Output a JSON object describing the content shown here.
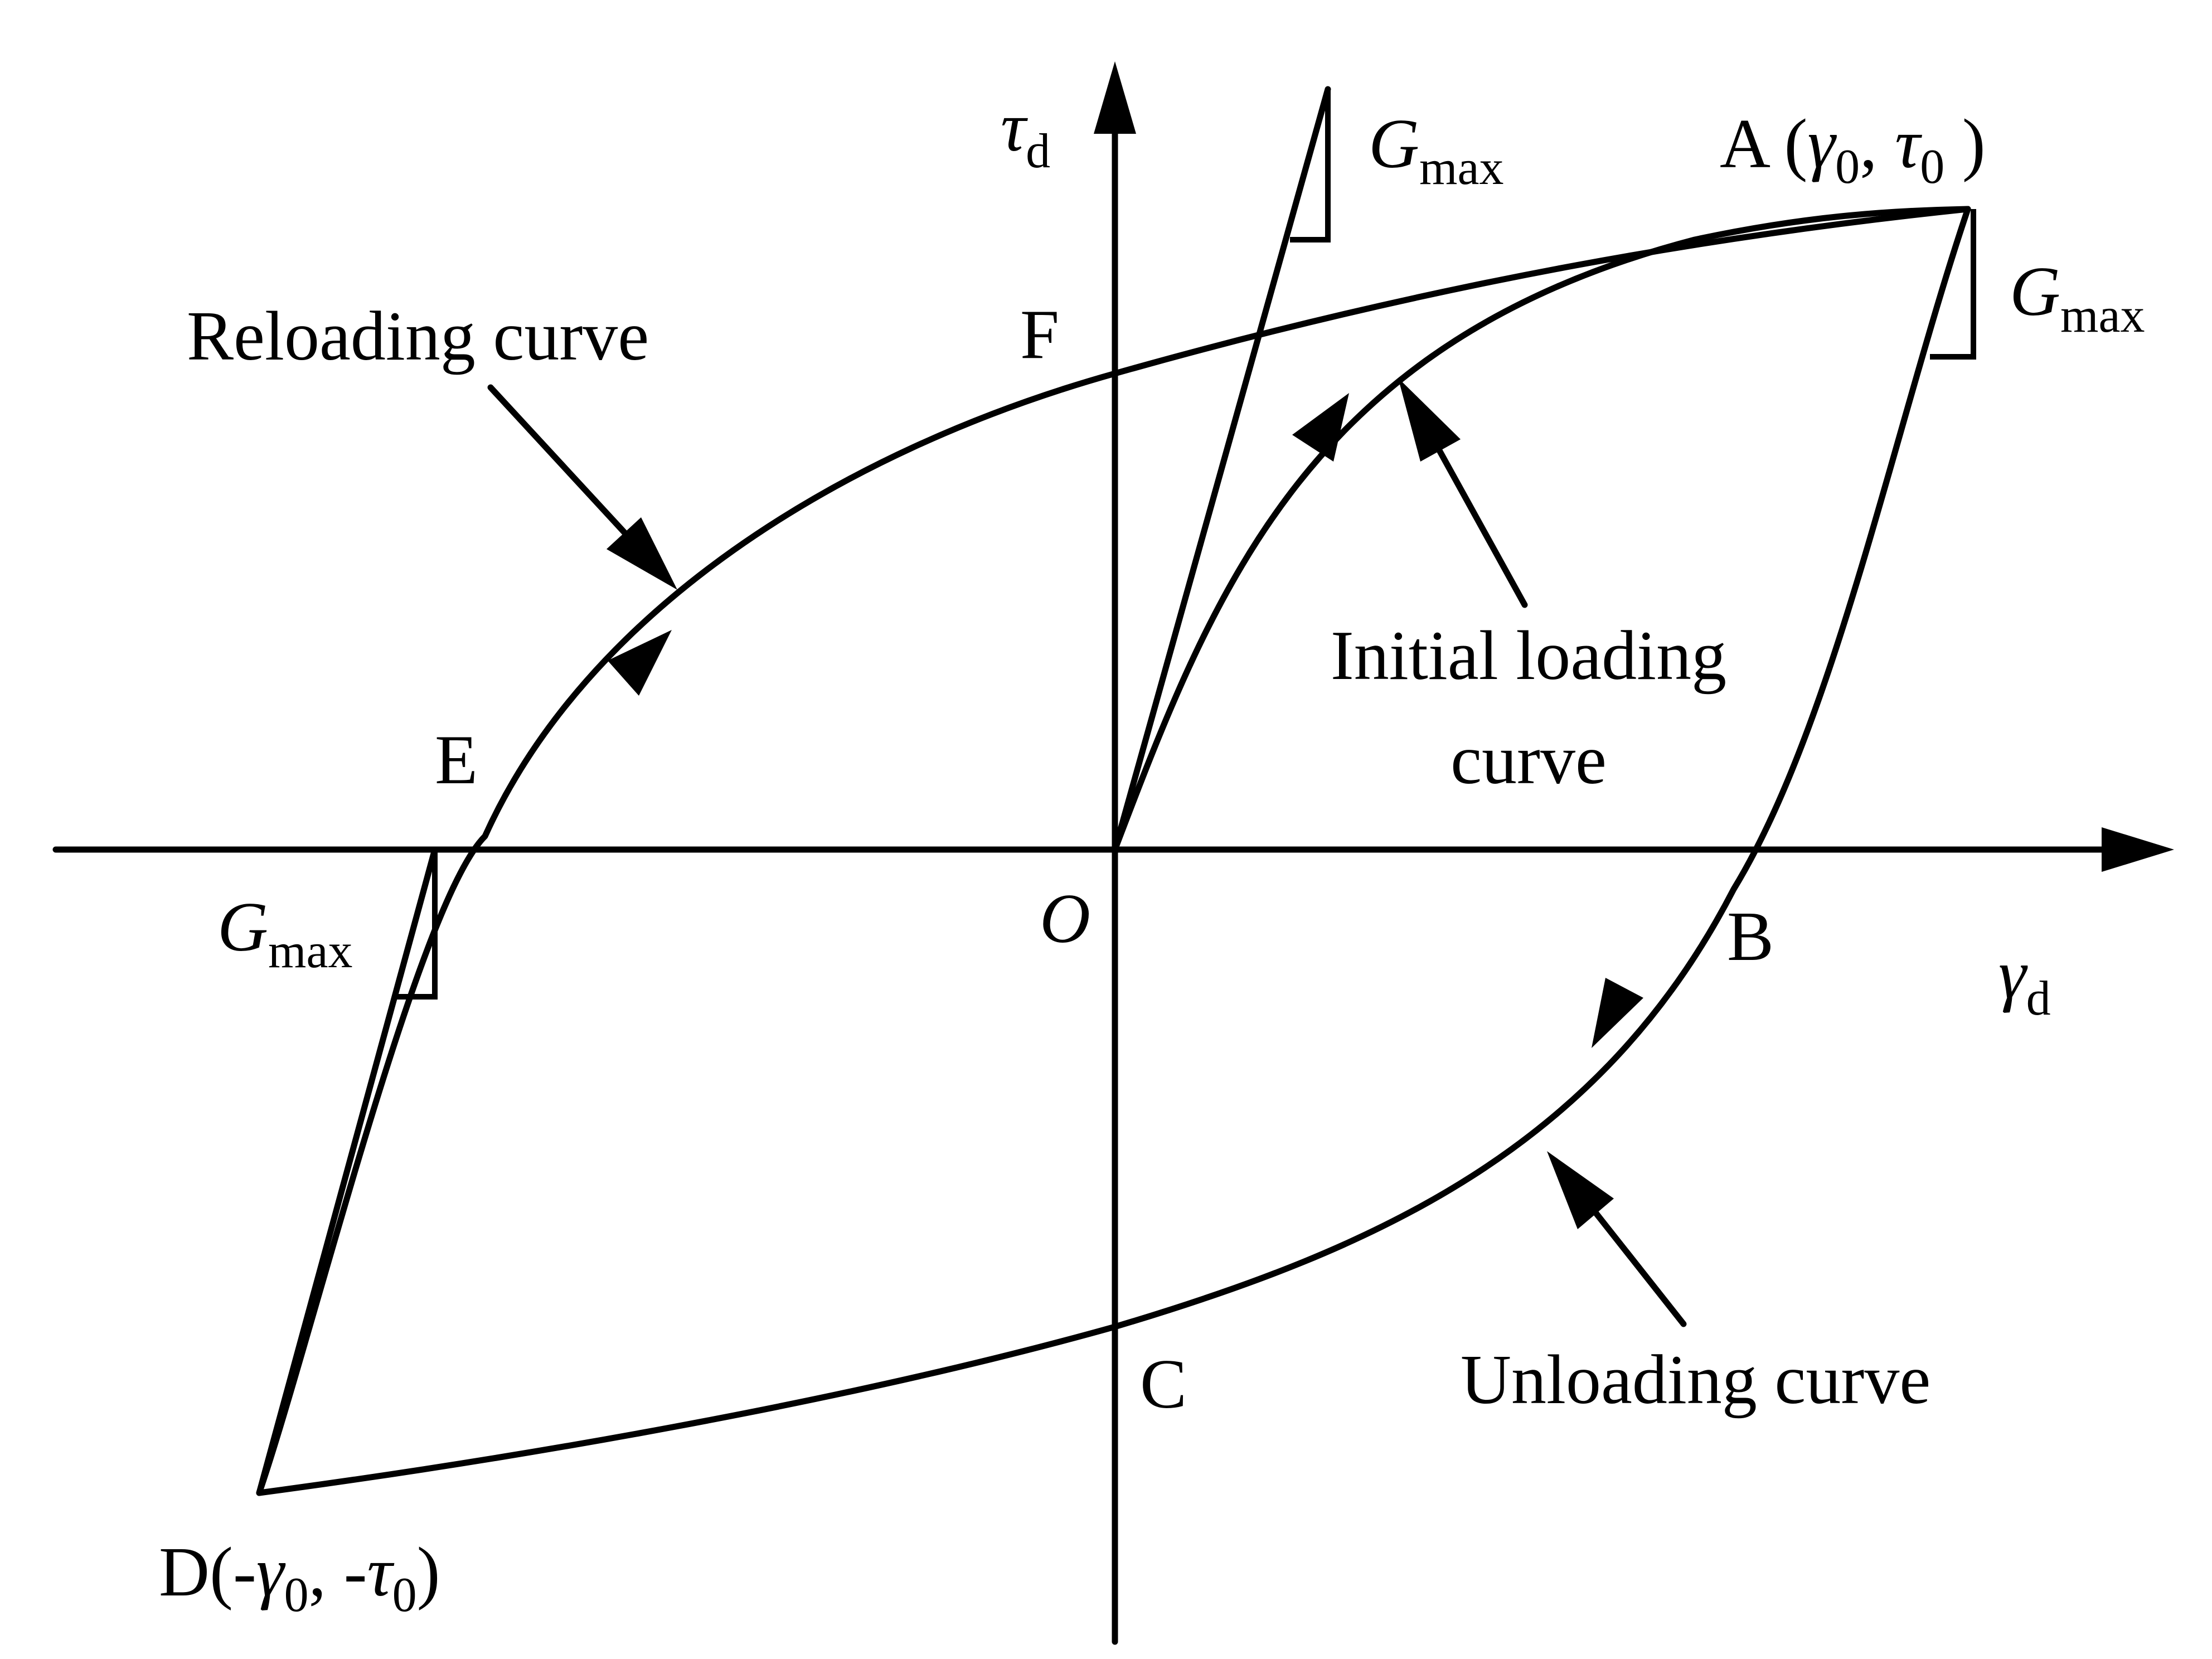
{
  "axes": {
    "x": {
      "symbol": "γ",
      "subscript": "d"
    },
    "y": {
      "symbol": "τ",
      "subscript": "d"
    },
    "origin": "O"
  },
  "points": {
    "A": {
      "name": "A",
      "open": " (",
      "g": "γ",
      "g_sub": "0",
      "sep": ", ",
      "t": "τ",
      "t_sub": "0",
      "close": " )"
    },
    "B": "B",
    "C": "C",
    "D": {
      "prefix": "D(-",
      "g": "γ",
      "g_sub": "0",
      "sep": ", -",
      "t": "τ",
      "t_sub": "0",
      "close": ")"
    },
    "E": "E",
    "F": "F"
  },
  "gmax": {
    "symbol": "G",
    "subscript": "max"
  },
  "curve_labels": {
    "reloading": "Reloading curve",
    "initial_line1": "Initial loading",
    "initial_line2": "curve",
    "unloading": "Unloading curve"
  }
}
